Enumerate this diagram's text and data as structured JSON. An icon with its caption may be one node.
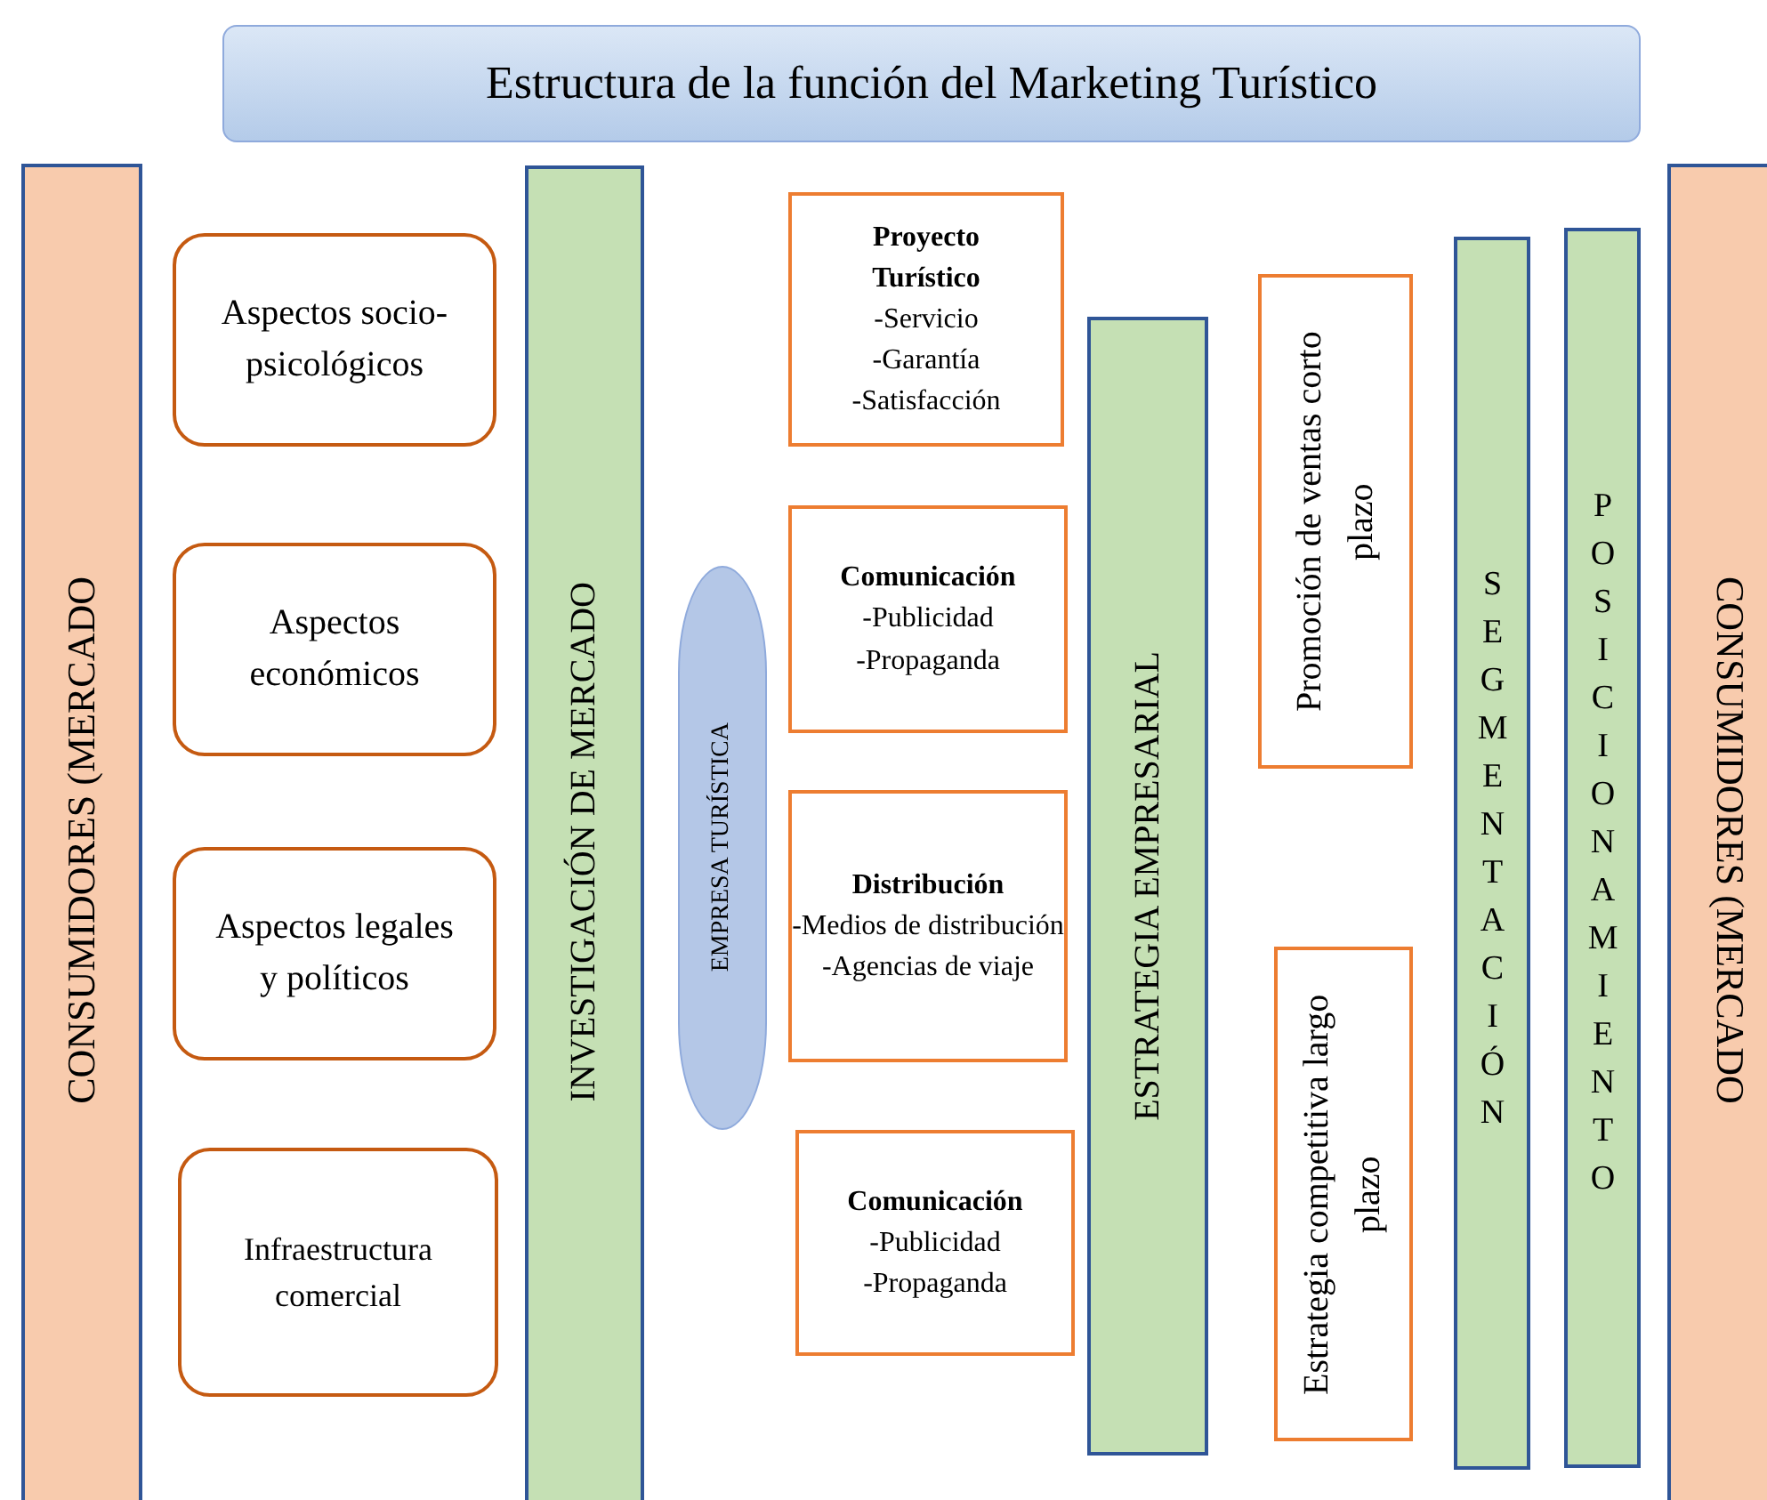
{
  "diagram": {
    "nodes": [
      {
        "text": [
          "Estructura de la función del Marketing Turístico"
        ]
      },
      {
        "text": [
          "CONSUMIDORES (MERCADO"
        ]
      },
      {
        "text": [
          "Aspectos socio-psicológicos"
        ]
      },
      {
        "text": [
          "Aspectos económicos"
        ]
      },
      {
        "text": [
          "Aspectos legales y políticos"
        ]
      },
      {
        "text": [
          "Infraestructura comercial"
        ]
      },
      {
        "text": [
          "INVESTIGACIÓN DE MERCADO"
        ]
      },
      {
        "text": [
          "EMPRESA TURÍSTICA"
        ]
      },
      {
        "text": [
          "Proyecto Turístico",
          "-Servicio",
          "-Garantía",
          "-Satisfacción"
        ]
      },
      {
        "text": [
          "Comunicación",
          "-Publicidad",
          "-Propaganda"
        ]
      },
      {
        "text": [
          "Distribución",
          "-Medios de distribución",
          "-Agencias de viaje"
        ]
      },
      {
        "text": [
          "Comunicación",
          "-Publicidad",
          "-Propaganda"
        ]
      },
      {
        "text": [
          "ESTRATEGIA EMPRESARIAL"
        ]
      },
      {
        "text": [
          "Promoción de ventas corto plazo"
        ]
      },
      {
        "text": [
          "Estrategia competitiva largo plazo"
        ]
      },
      {
        "text": [
          "SEGMENTACIÓN"
        ]
      },
      {
        "text": [
          "POSICIONAMIENTO"
        ]
      },
      {
        "text": [
          "CONSUMIDORES (MERCADO"
        ]
      }
    ]
  }
}
